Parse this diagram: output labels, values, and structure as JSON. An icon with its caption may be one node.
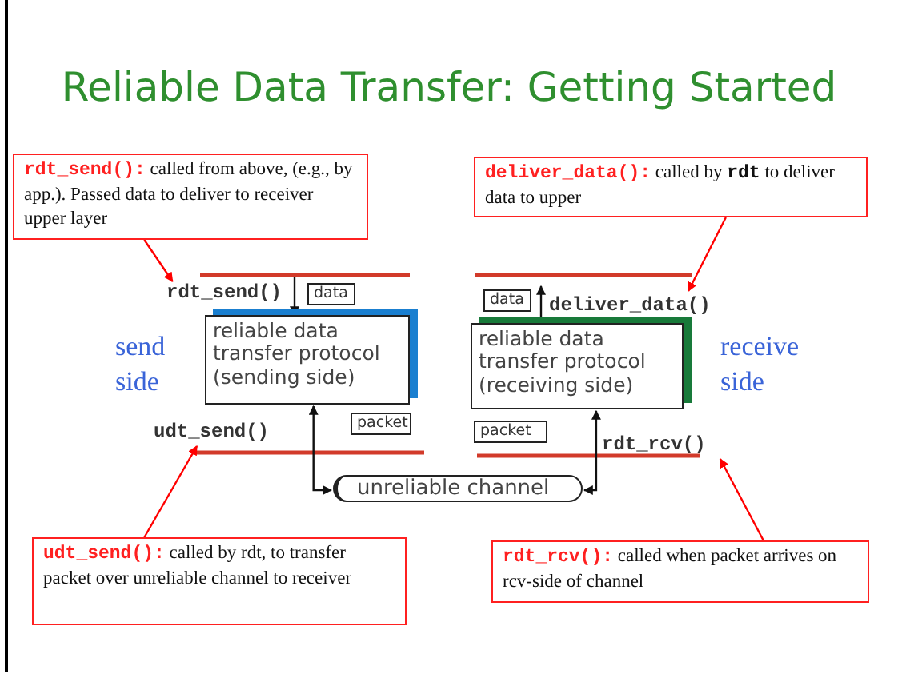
{
  "diagram": {
    "title": "Reliable Data Transfer: Getting Started",
    "nodes": [
      {
        "text": [
          "**rdt_send():** called from above, (e.g., by app.). Passed data to deliver to receiver upper layer"
        ]
      },
      {
        "text": [
          "**deliver_data():** called by **rdt** to deliver data to upper"
        ]
      },
      {
        "text": [
          "rdt_send()"
        ]
      },
      {
        "text": [
          "deliver_data()"
        ]
      },
      {
        "text": [
          "reliable data transfer protocol (sending side)"
        ]
      },
      {
        "text": [
          "reliable data transfer protocol (receiving side)"
        ]
      },
      {
        "text": [
          "data"
        ]
      },
      {
        "text": [
          "data"
        ]
      },
      {
        "text": [
          "udt_send()"
        ]
      },
      {
        "text": [
          "rdt_rcv()"
        ]
      },
      {
        "text": [
          "packet"
        ]
      },
      {
        "text": [
          "packet"
        ]
      },
      {
        "text": [
          "unreliable channel"
        ]
      },
      {
        "text": [
          "**udt_send():** called by rdt, to transfer packet over unreliable channel to receiver"
        ]
      },
      {
        "text": [
          "**rdt_rcv():** called when packet arrives on rcv-side of channel"
        ]
      }
    ],
    "edges": [
      {
        "from": 0,
        "to": 2,
        "arrow": "to",
        "color": "#ff0000"
      },
      {
        "from": 1,
        "to": 3,
        "arrow": "to",
        "color": "#ff0000"
      },
      {
        "from": 2,
        "to": 4,
        "arrow": "to",
        "color": "#111111"
      },
      {
        "from": 5,
        "to": 7,
        "arrow": "to",
        "color": "#111111"
      },
      {
        "from": 4,
        "to": 12,
        "arrow": "both",
        "color": "#111111"
      },
      {
        "from": 12,
        "to": 5,
        "arrow": "both",
        "color": "#111111"
      },
      {
        "from": 13,
        "to": 8,
        "arrow": "to",
        "color": "#ff0000"
      },
      {
        "from": 14,
        "to": 9,
        "arrow": "to",
        "color": "#ff0000"
      }
    ],
    "labels": [
      "send side",
      "receive side"
    ]
  }
}
